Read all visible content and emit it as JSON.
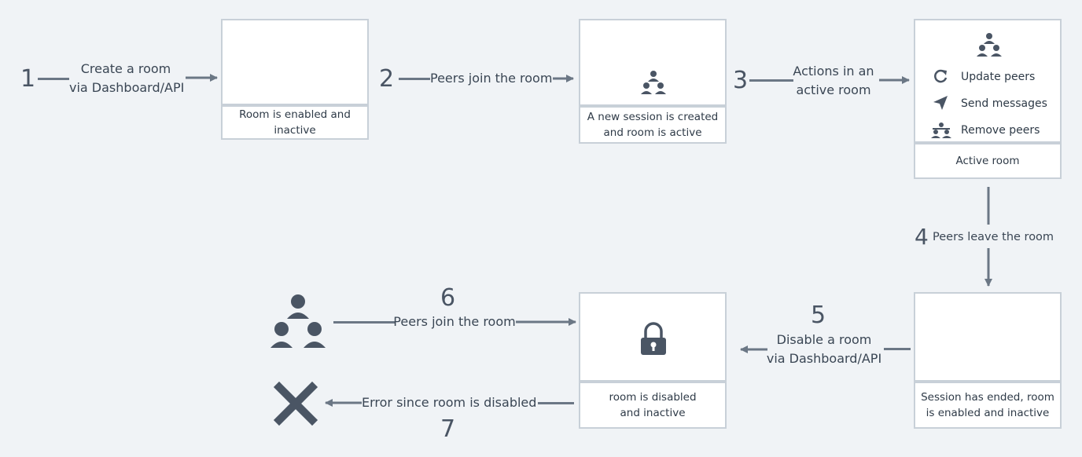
{
  "steps": [
    {
      "number": "1",
      "label_line1": "Create a room",
      "label_line2": "via Dashboard/API"
    },
    {
      "number": "2",
      "label": "Peers join the room"
    },
    {
      "number": "3",
      "label_line1": "Actions in an",
      "label_line2": "active room"
    },
    {
      "number": "4",
      "label": "Peers leave the room"
    },
    {
      "number": "5",
      "label_line1": "Disable a room",
      "label_line2": "via Dashboard/API"
    },
    {
      "number": "6",
      "label": "Peers join the room"
    },
    {
      "number": "7",
      "label": "Error since room is disabled"
    }
  ],
  "boxes": {
    "created": {
      "caption_line1": "Room is enabled and",
      "caption_line2": "inactive"
    },
    "session": {
      "caption_line1": "A new session is created",
      "caption_line2": "and room is active"
    },
    "active": {
      "caption": "Active room",
      "actions": [
        {
          "label": "Update peers",
          "icon": "refresh-icon"
        },
        {
          "label": "Send messages",
          "icon": "send-icon"
        },
        {
          "label": "Remove peers",
          "icon": "remove-peers-icon"
        }
      ]
    },
    "ended": {
      "caption_line1": "Session has ended, room",
      "caption_line2": "is enabled and inactive"
    },
    "disabled": {
      "caption_line1": "room is disabled",
      "caption_line2": "and inactive"
    }
  },
  "icons": {
    "peers": "peers-icon",
    "lock": "lock-icon",
    "error": "x-icon"
  },
  "colors": {
    "background": "#f0f3f6",
    "arrow": "#6b7785",
    "box_border": "#c8d0d8",
    "icon": "#4a5564"
  }
}
